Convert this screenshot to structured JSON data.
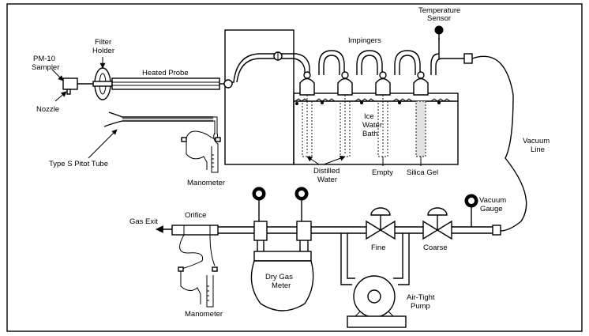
{
  "labels": {
    "pm10_sampler": [
      "PM-10",
      "Sampler"
    ],
    "nozzle": "Nozzle",
    "filter_holder": [
      "Filter",
      "Holder"
    ],
    "heated_probe": "Heated Probe",
    "pitot_tube": "Type S Pitot Tube",
    "manometer_top": "Manometer",
    "impingers": "Impingers",
    "temperature_sensor": [
      "Temperature",
      "Sensor"
    ],
    "ice_water_bath": [
      "Ice",
      "Water",
      "Bath"
    ],
    "distilled_water": [
      "Distilled",
      "Water"
    ],
    "empty": "Empty",
    "silica_gel": "Silica Gel",
    "vacuum_line": [
      "Vacuum",
      "Line"
    ],
    "vacuum_gauge": [
      "Vacuum",
      "Gauge"
    ],
    "gas_exit": "Gas Exit",
    "orifice": "Orifice",
    "dry_gas_meter": [
      "Dry Gas",
      "Meter"
    ],
    "fine": "Fine",
    "coarse": "Coarse",
    "pump": [
      "Air-Tight",
      "Pump"
    ],
    "manometer_bottom": "Manometer"
  }
}
